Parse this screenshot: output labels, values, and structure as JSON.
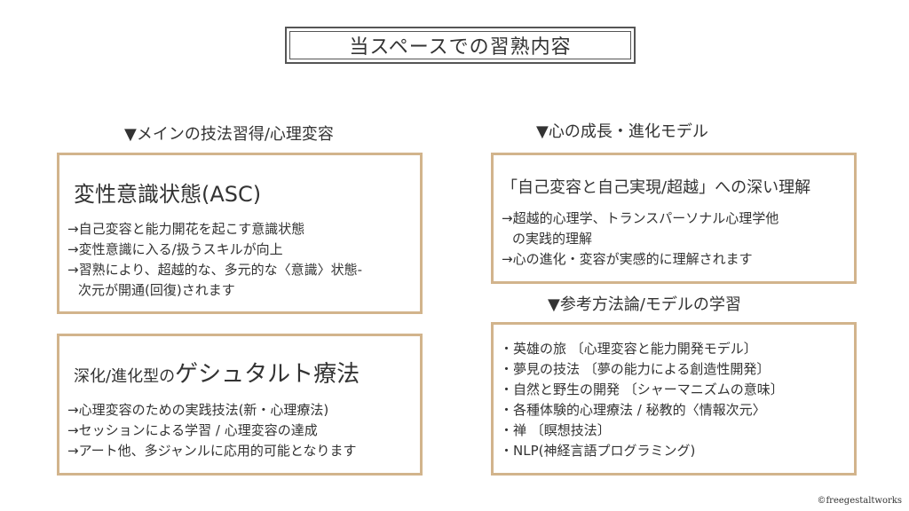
{
  "title": "当スペースでの習熟内容",
  "left": {
    "heading": "▼メインの技法習得/心理変容",
    "box1": {
      "title": "変性意識状態(ASC)",
      "lines": [
        "→自己変容と能力開花を起こす意識状態",
        "→変性意識に入る/扱うスキルが向上",
        "→習熟により、超越的な、多元的な〈意識〉状態-",
        "次元が開通(回復)されます"
      ]
    },
    "box2": {
      "title_small": "深化/進化型の",
      "title_large": "ゲシュタルト療法",
      "lines": [
        "→心理変容のための実践技法(新・心理療法)",
        "→セッションによる学習 / 心理変容の達成",
        "→アート他、多ジャンルに応用的可能となります"
      ]
    }
  },
  "right": {
    "heading1": "▼心の成長・進化モデル",
    "box1": {
      "title": "「自己変容と自己実現/超越」への深い理解",
      "lines": [
        "→超越的心理学、トランスパーソナル心理学他",
        "の実践的理解",
        "→心の進化・変容が実感的に理解されます"
      ]
    },
    "heading2": "▼参考方法論/モデルの学習",
    "box2": {
      "lines": [
        "・英雄の旅 〔心理変容と能力開発モデル〕",
        "・夢見の技法 〔夢の能力による創造性開発〕",
        "・自然と野生の開発 〔シャーマニズムの意味〕",
        "・各種体験的心理療法 / 秘教的〈情報次元〉",
        "・禅 〔瞑想技法〕",
        "・NLP(神経言語プログラミング)"
      ]
    }
  },
  "copyright": "©freegestaltworks",
  "colors": {
    "box_border": "#d2b48c",
    "text": "#333333",
    "title_border": "#555555"
  }
}
